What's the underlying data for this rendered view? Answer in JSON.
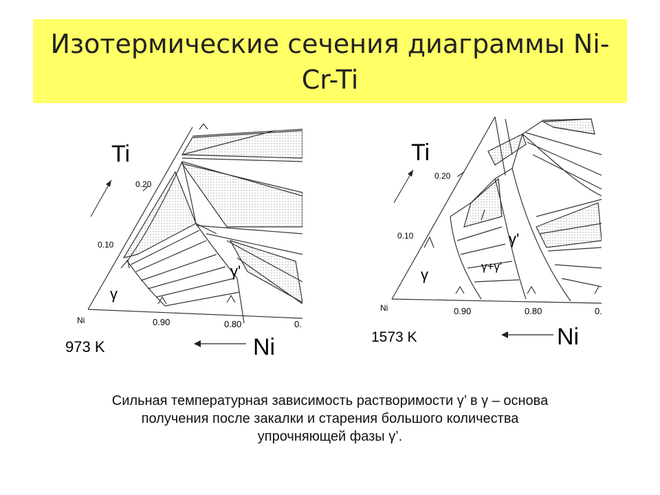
{
  "slide": {
    "title_line1": "Изотермические сечения диаграммы Ni-",
    "title_line2": "Cr-Ti",
    "caption_line1": "Сильная температурная зависимость растворимости γ’ в γ – основа",
    "caption_line2": "получения после закалки и старения большого количества",
    "caption_line3": "упрочняющей фазы γ’."
  },
  "diagram_left": {
    "temperature_label": "973 K",
    "apex_label": "Ti",
    "base_label": "Ni",
    "corner_label": "Ni",
    "tick_020": "0.20",
    "tick_010": "0.10",
    "tick_090": "0.90",
    "tick_080": "0.80",
    "tick_cut": "0.",
    "phase_gamma": "γ",
    "phase_gamma_prime": "γ'"
  },
  "diagram_right": {
    "temperature_label": "1573 K",
    "apex_label": "Ti",
    "base_label": "Ni",
    "corner_label": "Ni",
    "tick_020": "0.20",
    "tick_010": "0.10",
    "tick_090": "0.90",
    "tick_080": "0.80",
    "tick_cut": "0.",
    "phase_gamma": "γ",
    "phase_gamma_prime": "γ'",
    "phase_mixed": "γ+γ'"
  },
  "colors": {
    "title_background": "#ffff66",
    "line": "#333333",
    "dots": "#9a9a9a"
  }
}
